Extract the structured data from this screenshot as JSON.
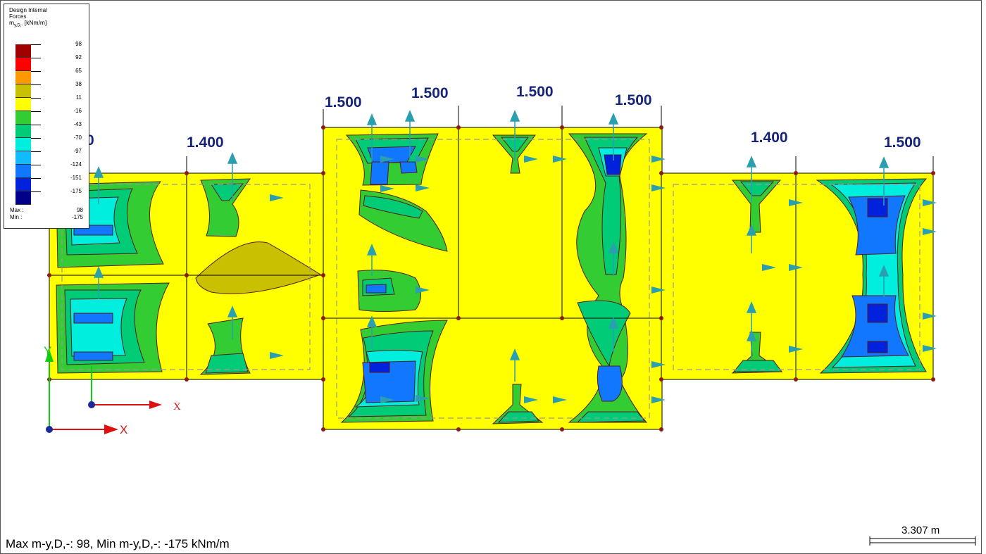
{
  "legend": {
    "title_line1": "Design Internal",
    "title_line2": "Forces",
    "quantity": "m",
    "quantity_sub": "y,D,-",
    "unit": "[kNm/m]",
    "entries": [
      {
        "value": "98",
        "color": "#a00000"
      },
      {
        "value": "92",
        "color": "#ff0000"
      },
      {
        "value": "65",
        "color": "#ff9900"
      },
      {
        "value": "38",
        "color": "#c8c000"
      },
      {
        "value": "11",
        "color": "#ffff00"
      },
      {
        "value": "-16",
        "color": "#33cc33"
      },
      {
        "value": "-43",
        "color": "#00cc77"
      },
      {
        "value": "-70",
        "color": "#00eedd"
      },
      {
        "value": "-97",
        "color": "#11bbff"
      },
      {
        "value": "-124",
        "color": "#1177ff"
      },
      {
        "value": "-151",
        "color": "#0022dd"
      },
      {
        "value": "-175",
        "color": "#000088"
      }
    ],
    "max_label": "Max :",
    "max_value": "98",
    "min_label": "Min :",
    "min_value": "-175"
  },
  "dimensions": [
    "0",
    "1.400",
    "1.500",
    "1.500",
    "1.500",
    "1.500",
    "1.400",
    "1.500"
  ],
  "axes": {
    "x_label": "X",
    "y_label": "Y"
  },
  "status_text": "Max m-y,D,-: 98, Min m-y,D,-: -175 kNm/m",
  "scale_label": "3.307 m",
  "colors": {
    "slab": "#ffff00",
    "green": "#33cc33",
    "teal": "#00cc77",
    "cyan": "#00eedd",
    "blue": "#1177ff",
    "darkblue": "#0022dd",
    "olive": "#c8c000",
    "arrow": "#2a9fb0",
    "outline": "#7a1010",
    "dimtext": "#15237a",
    "axis_x": "#dd1111",
    "axis_y": "#11cc11"
  }
}
